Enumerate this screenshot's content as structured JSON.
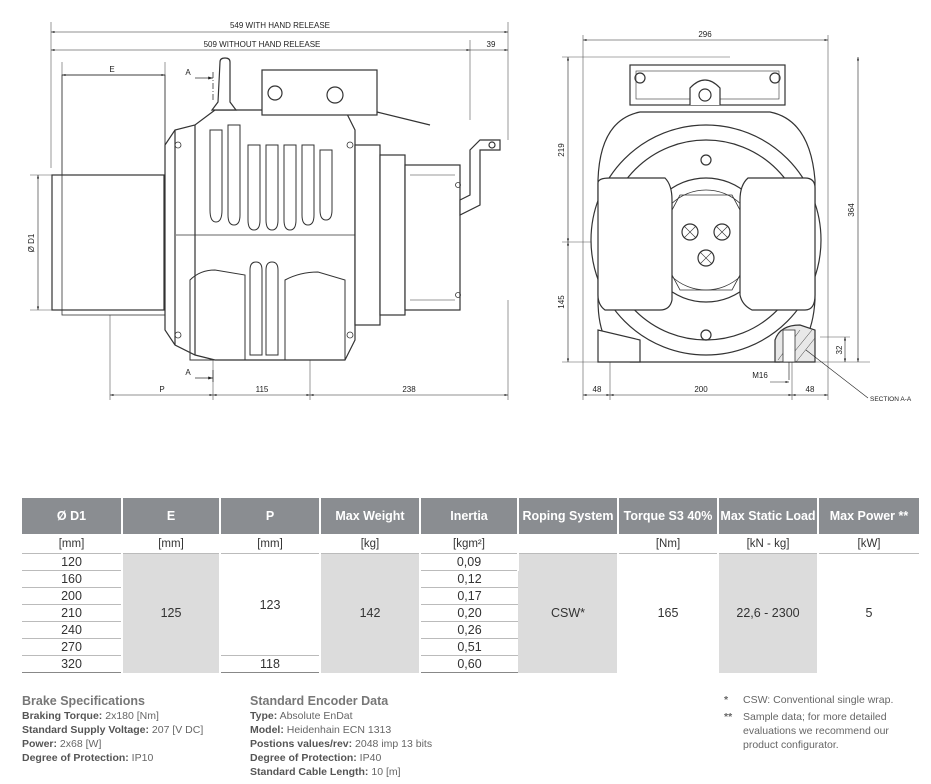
{
  "drawing": {
    "dim_total": "549 WITH HAND RELEASE",
    "dim_without": "509 WITHOUT HAND RELEASE",
    "dim_39": "39",
    "dim_e": "E",
    "dim_a_top": "A",
    "dim_a_bottom": "A",
    "dim_d1": "Ø D1",
    "dim_p": "P",
    "dim_115": "115",
    "dim_238": "238",
    "dim_296": "296",
    "dim_219": "219",
    "dim_364": "364",
    "dim_145": "145",
    "dim_32": "32",
    "dim_m16": "M16",
    "dim_48_left": "48",
    "dim_200": "200",
    "dim_48_right": "48",
    "section_label": "SECTION A-A"
  },
  "table": {
    "headers": [
      "Ø D1",
      "E",
      "P",
      "Max Weight",
      "Inertia",
      "Roping System",
      "Torque S3 40%",
      "Max Static Load",
      "Max Power **"
    ],
    "units": [
      "[mm]",
      "[mm]",
      "[mm]",
      "[kg]",
      "[kgm²]",
      "",
      "[Nm]",
      "[kN - kg]",
      "[kW]"
    ],
    "d1": [
      "120",
      "160",
      "200",
      "210",
      "240",
      "270",
      "320"
    ],
    "inertia": [
      "0,09",
      "0,12",
      "0,17",
      "0,20",
      "0,26",
      "0,51",
      "0,60"
    ],
    "e": "125",
    "p_main": "123",
    "p_last": "118",
    "weight": "142",
    "roping": "CSW*",
    "torque": "165",
    "static_load": "22,6 - 2300",
    "power": "5"
  },
  "brake": {
    "title": "Brake Specifications",
    "items": [
      {
        "label": "Braking Torque:",
        "value": " 2x180 [Nm]"
      },
      {
        "label": "Standard Supply Voltage:",
        "value": " 207 [V DC]"
      },
      {
        "label": "Power:",
        "value": " 2x68 [W]"
      },
      {
        "label": "Degree of Protection:",
        "value": " IP10"
      }
    ]
  },
  "encoder": {
    "title": "Standard Encoder Data",
    "items": [
      {
        "label": "Type:",
        "value": " Absolute EnDat"
      },
      {
        "label": "Model:",
        "value": " Heidenhain ECN 1313"
      },
      {
        "label": "Postions values/rev:",
        "value": " 2048 imp 13 bits"
      },
      {
        "label": "Degree of Protection:",
        "value": " IP40"
      },
      {
        "label": "Standard Cable Length:",
        "value": " 10 [m]"
      }
    ]
  },
  "footnotes": [
    {
      "mark": "*",
      "text": "CSW: Conventional single wrap."
    },
    {
      "mark": "**",
      "text": "Sample data; for more detailed evaluations we recommend our product configurator."
    }
  ]
}
